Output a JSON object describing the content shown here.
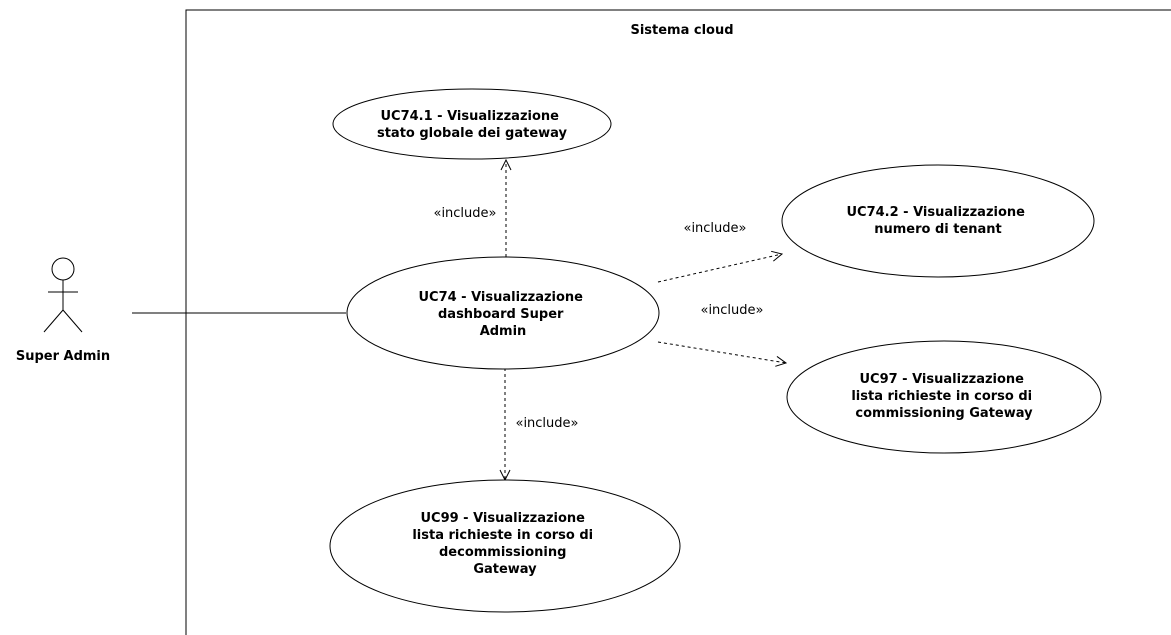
{
  "system": {
    "title": "Sistema cloud"
  },
  "actor": {
    "name": "Super Admin"
  },
  "use_cases": {
    "uc74_1": {
      "lines": [
        "UC74.1 - Visualizzazione",
        "stato globale dei gateway"
      ]
    },
    "uc74": {
      "lines": [
        "UC74 - Visualizzazione",
        "dashboard Super",
        "Admin"
      ]
    },
    "uc74_2": {
      "lines": [
        "UC74.2 - Visualizzazione",
        "numero di tenant"
      ]
    },
    "uc97": {
      "lines": [
        "UC97 - Visualizzazione",
        "lista richieste in corso di",
        "commissioning Gateway"
      ]
    },
    "uc99": {
      "lines": [
        "UC99 - Visualizzazione",
        "lista richieste in corso di",
        "decommissioning",
        "Gateway"
      ]
    }
  },
  "relations": {
    "include_1": "«include»",
    "include_2": "«include»",
    "include_3": "«include»",
    "include_4": "«include»"
  }
}
